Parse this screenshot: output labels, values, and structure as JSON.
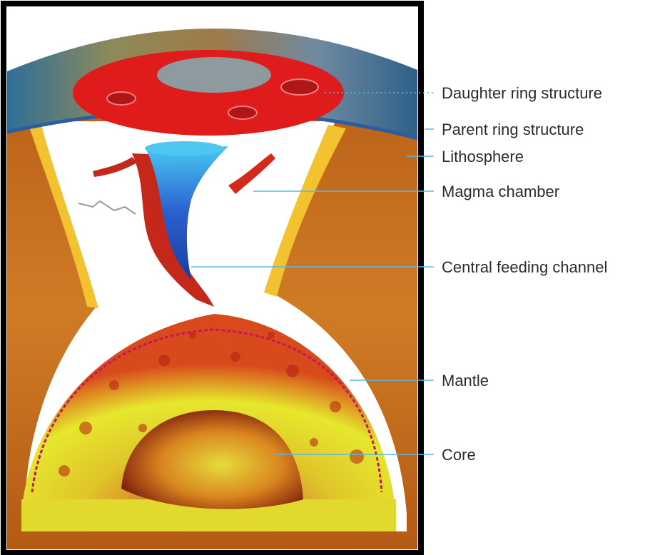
{
  "labels": {
    "daughter": "Daughter ring structure",
    "parent": "Parent ring structure",
    "lithosphere": "Lithosphere",
    "magma": "Magma chamber",
    "channel": "Central feeding channel",
    "mantle": "Mantle",
    "core": "Core"
  },
  "colors": {
    "frame": "#000000",
    "leader": "#5bb8e6",
    "crust_brown": "#c9711c",
    "ring_red": "#e01b1b",
    "yellow_band": "#f2c230",
    "mantle_yellow": "#e6ea2a",
    "mantle_red": "#d8331a",
    "core_dark": "#9c2a12",
    "core_light": "#e3d63a",
    "magma_blue": "#2a6fd6"
  }
}
